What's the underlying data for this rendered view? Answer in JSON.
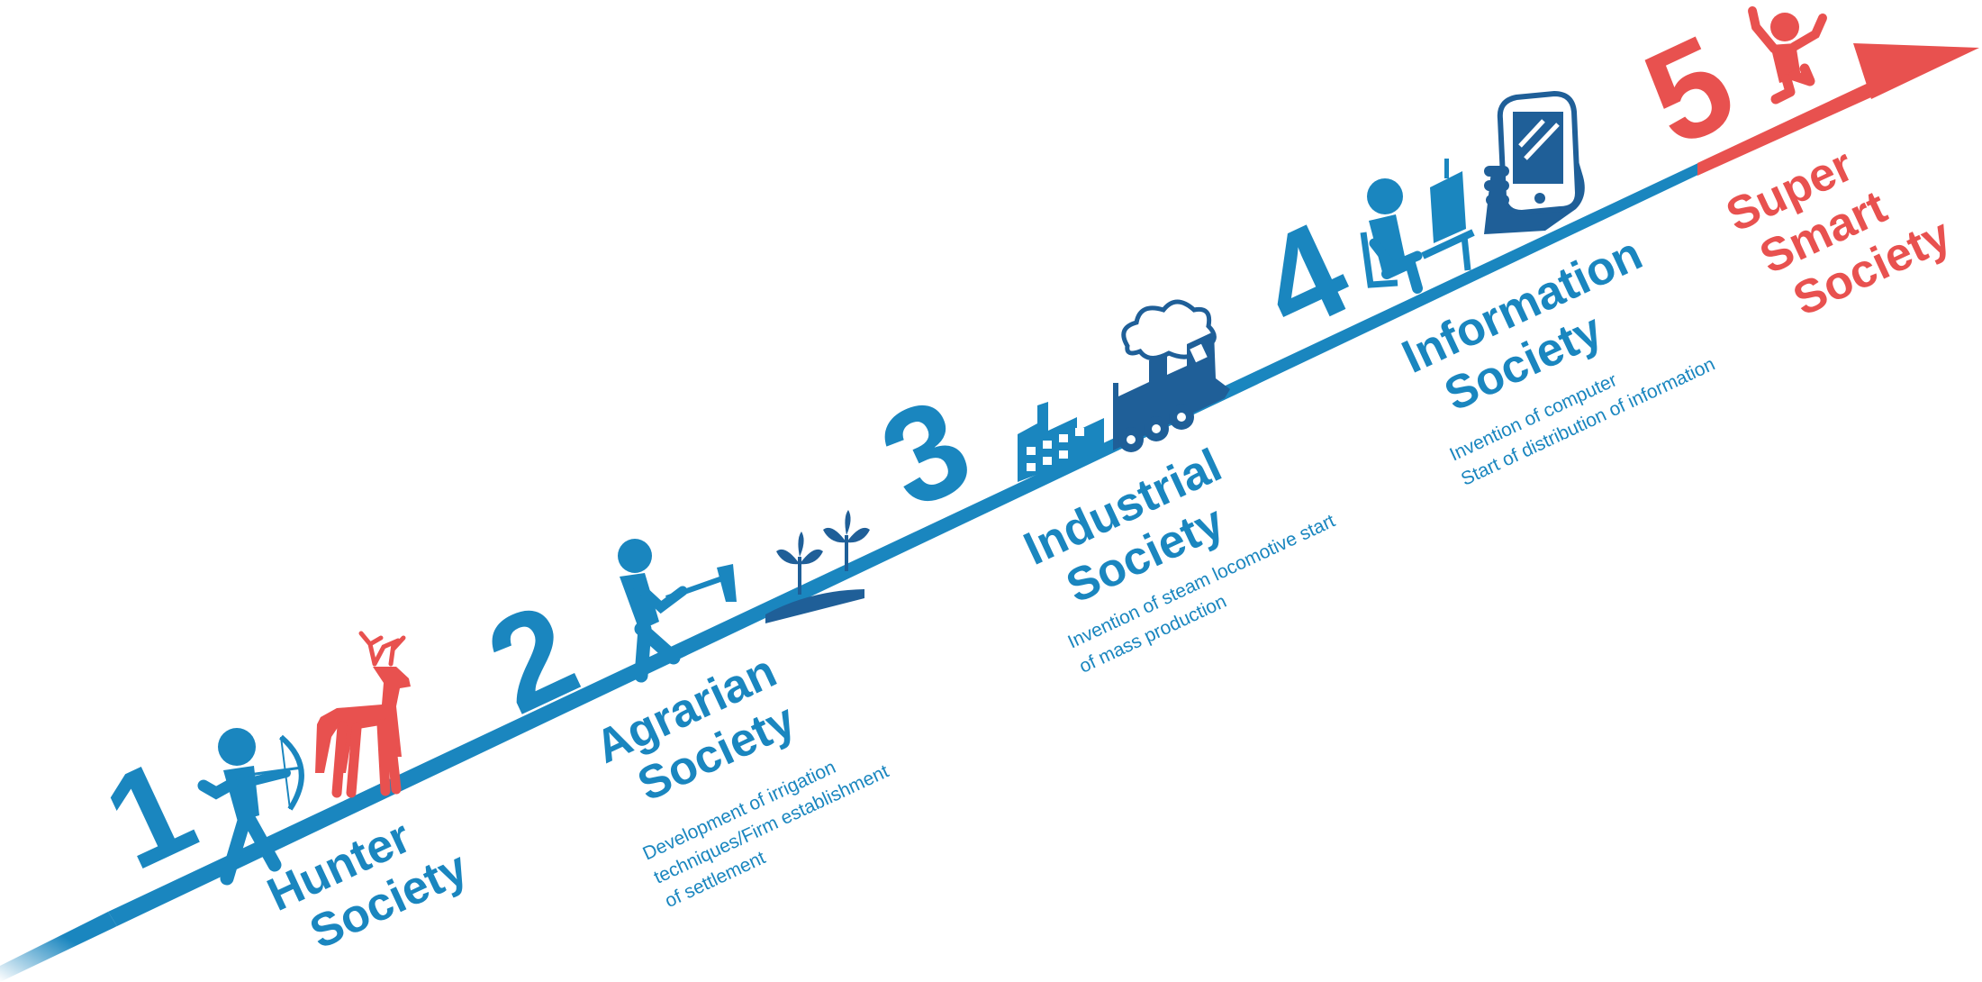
{
  "colors": {
    "blue": "#1a86bf",
    "dark_blue": "#1f5f98",
    "red": "#e8514f"
  },
  "stages": [
    {
      "number": "1",
      "title_lines": [
        "Hunter",
        "Society"
      ],
      "description_lines": [],
      "icons": [
        "archer-icon",
        "deer-icon"
      ]
    },
    {
      "number": "2",
      "title_lines": [
        "Agrarian",
        "Society"
      ],
      "description_lines": [
        "Development of irrigation",
        "techniques/Firm establishment",
        "of settlement"
      ],
      "icons": [
        "farmer-hoe-icon",
        "sprouts-icon"
      ]
    },
    {
      "number": "3",
      "title_lines": [
        "Industrial",
        "Society"
      ],
      "description_lines": [
        "Invention of steam locomotive start",
        "of mass production"
      ],
      "icons": [
        "factory-icon",
        "steam-locomotive-icon"
      ]
    },
    {
      "number": "4",
      "title_lines": [
        "Information",
        "Society"
      ],
      "description_lines": [
        "Invention of computer",
        "Start of distribution of information"
      ],
      "icons": [
        "computer-user-icon",
        "smartphone-hand-icon"
      ]
    },
    {
      "number": "5",
      "title_lines": [
        "Super",
        "Smart",
        "Society"
      ],
      "description_lines": [],
      "icons": [
        "jumping-person-icon"
      ]
    }
  ]
}
